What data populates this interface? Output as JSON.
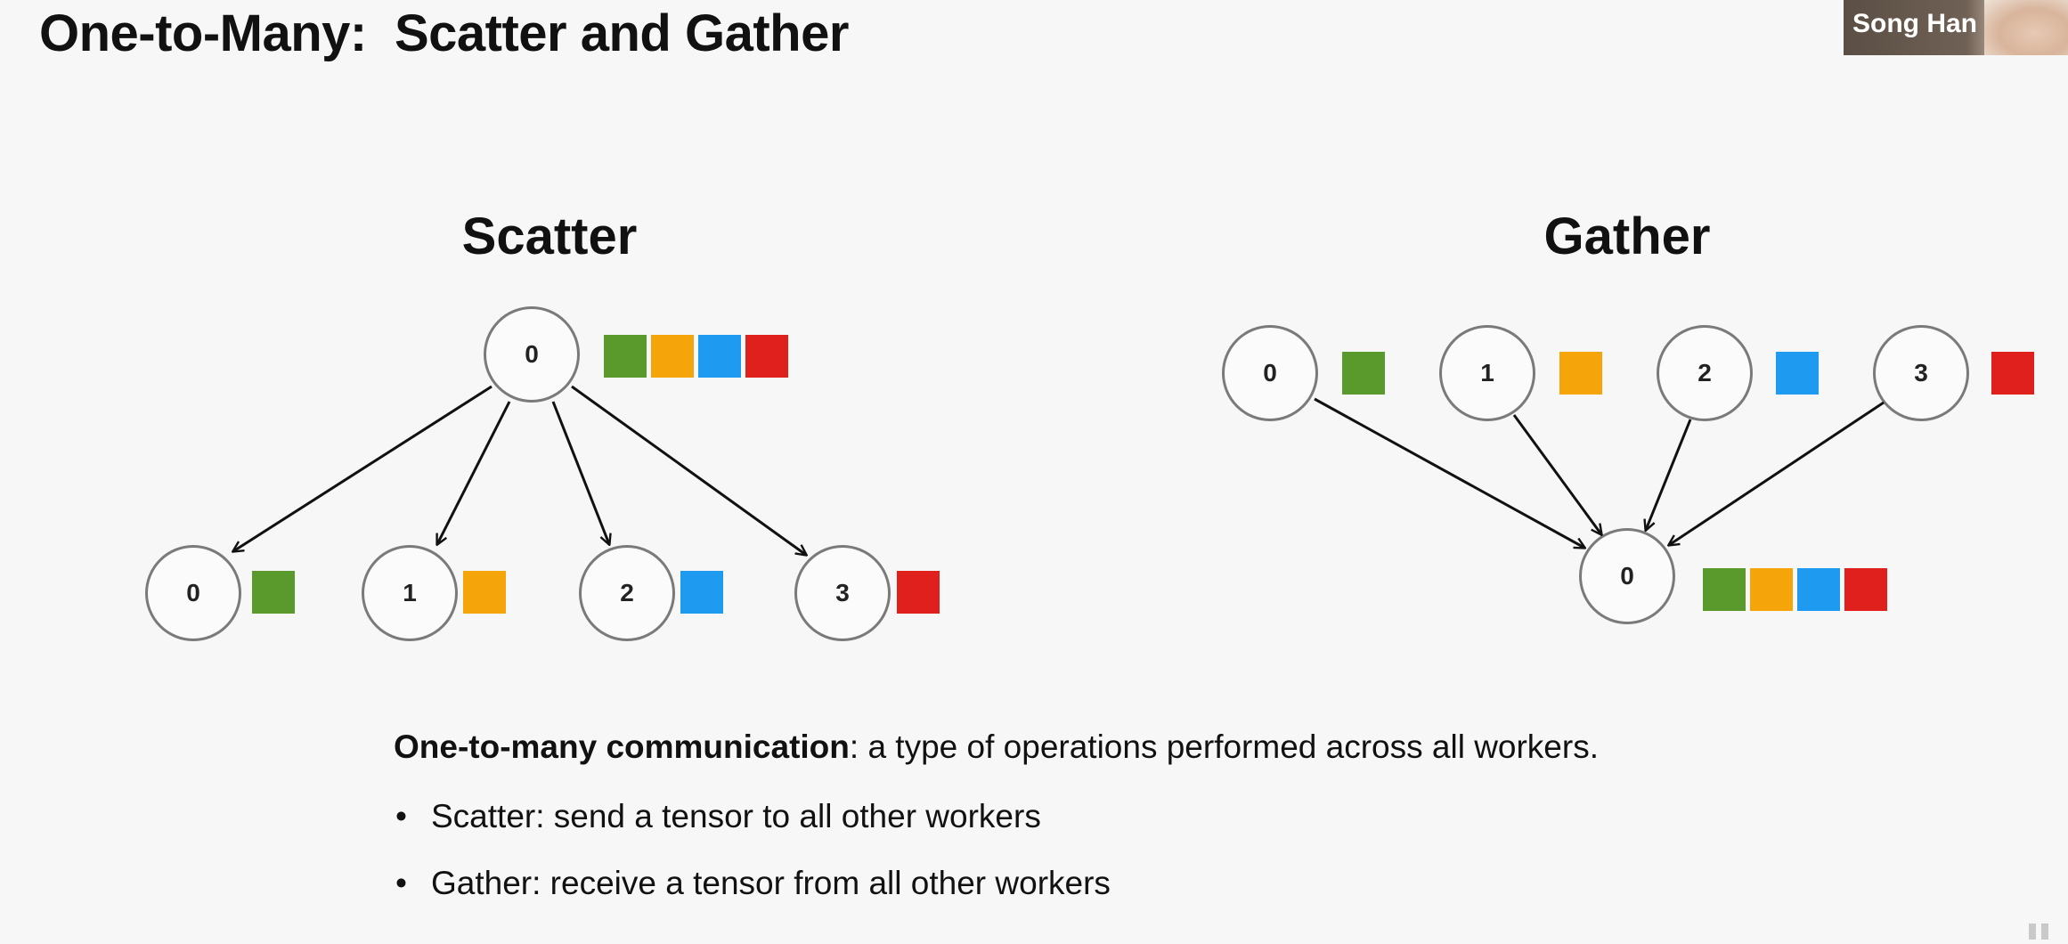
{
  "slide": {
    "title": "One-to-Many:  Scatter and Gather"
  },
  "presenter": {
    "name": "Song Han"
  },
  "colors": {
    "green": "#5a9a2c",
    "orange": "#f5a40a",
    "blue": "#1e9af0",
    "red": "#e0201c",
    "node_border": "#7a7a7a",
    "arrow": "#111111"
  },
  "scatter": {
    "title": "Scatter",
    "root": {
      "label": "0",
      "blocks": [
        "green",
        "orange",
        "blue",
        "red"
      ]
    },
    "workers": [
      {
        "label": "0",
        "block": "green"
      },
      {
        "label": "1",
        "block": "orange"
      },
      {
        "label": "2",
        "block": "blue"
      },
      {
        "label": "3",
        "block": "red"
      }
    ]
  },
  "gather": {
    "title": "Gather",
    "workers": [
      {
        "label": "0",
        "block": "green"
      },
      {
        "label": "1",
        "block": "orange"
      },
      {
        "label": "2",
        "block": "blue"
      },
      {
        "label": "3",
        "block": "red"
      }
    ],
    "root": {
      "label": "0",
      "blocks": [
        "green",
        "orange",
        "blue",
        "red"
      ]
    }
  },
  "description": {
    "bold": "One-to-many communication",
    "rest": ": a type of operations performed across all workers.",
    "bullets": [
      "Scatter: send a tensor to all other workers",
      "Gather: receive a tensor from all other workers"
    ]
  }
}
